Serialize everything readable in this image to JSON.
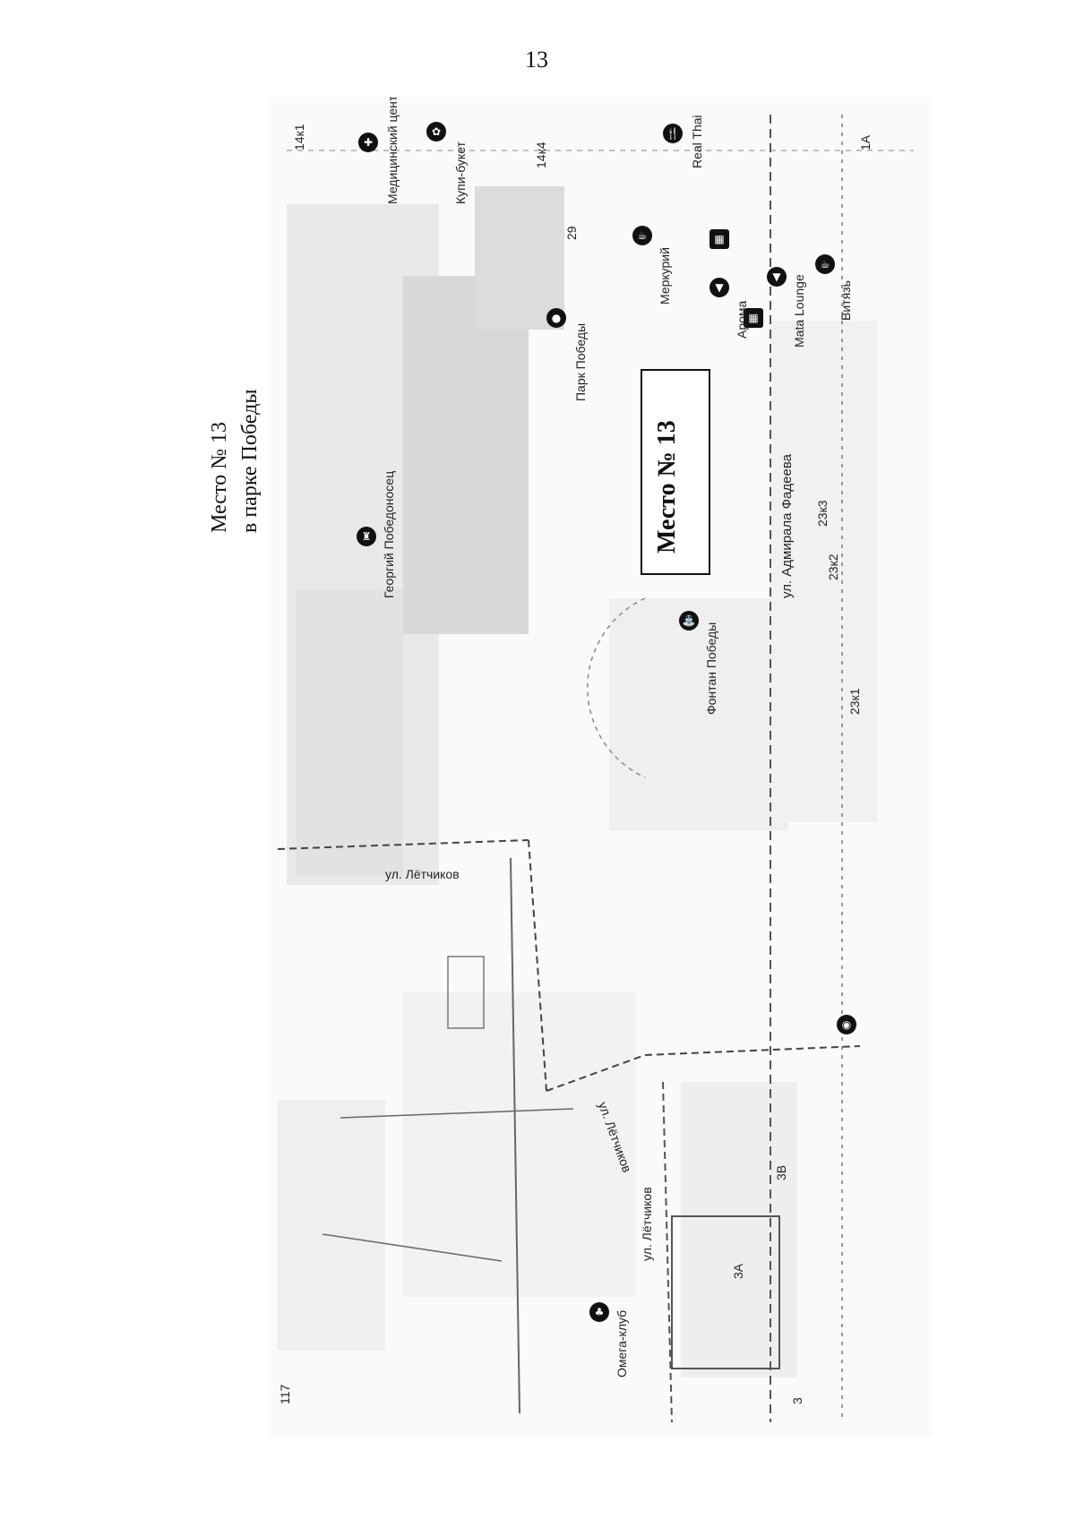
{
  "page": {
    "number": "13"
  },
  "caption": {
    "line1": "Место № 13",
    "line2": "в парке Победы"
  },
  "callout": {
    "text": "Место № 13"
  },
  "map": {
    "streets": {
      "admirala_fadeeva": "ул. Адмирала Фадеева",
      "letchikov_top": "ул. Лётчиков",
      "letchikov_mid": "ул. Лётчиков",
      "letchikov_bottom": "ул. Лётчиков"
    },
    "places": {
      "medical_center": "Медицинский центр",
      "kupi_buket": "Купи-букет",
      "real_thai": "Real Thai",
      "park_pobedy": "Парк Победы",
      "merkuriy": "Меркурий",
      "aroma": "Арома",
      "mata_lounge": "Mata Lounge",
      "vityaz": "Витязь",
      "georgiy": "Георгий Победоносец",
      "fontan": "Фонтан Победы",
      "omega_club": "Омега-клуб"
    },
    "house_numbers": {
      "h14k1": "14к1",
      "h14k4": "14к4",
      "h29": "29",
      "h1a": "1А",
      "h23k3": "23к3",
      "h23k2": "23к2",
      "h23k1": "23к1",
      "h3v": "3В",
      "h3a": "3А",
      "h117": "117",
      "h3": "3"
    },
    "icons": [
      "cross-icon",
      "flower-icon",
      "food-icon",
      "park-icon",
      "cafe-icon",
      "bar-icon",
      "monument-icon",
      "fountain-icon",
      "metro-icon",
      "shop-icon"
    ]
  }
}
